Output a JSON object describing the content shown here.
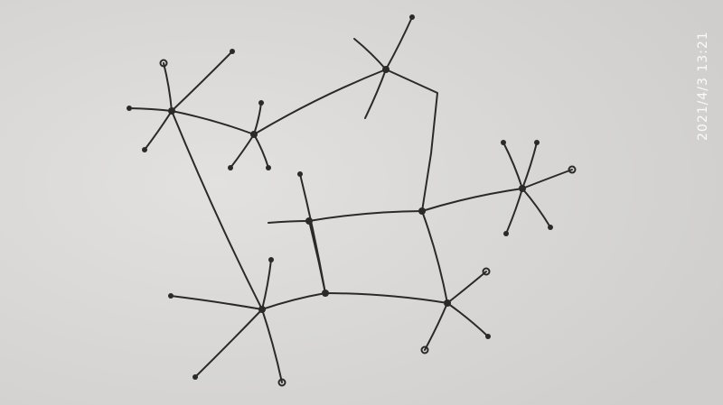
{
  "photo": {
    "timestamp": "2021/4/3 13:21",
    "paper_color": "#d9d8d6",
    "ink_color": "#2a2a2a"
  },
  "diagram": {
    "nodes": [
      {
        "id": "hub-a"
      },
      {
        "id": "hub-b"
      },
      {
        "id": "hub-c"
      },
      {
        "id": "hub-d"
      },
      {
        "id": "hub-e"
      },
      {
        "id": "hub-f"
      },
      {
        "id": "hub-g"
      },
      {
        "id": "hub-h"
      },
      {
        "id": "hub-i"
      }
    ],
    "edges": [
      [
        "hub-a",
        "hub-b"
      ],
      [
        "hub-b",
        "hub-c"
      ],
      [
        "hub-c",
        "hub-e"
      ],
      [
        "hub-a",
        "hub-g"
      ],
      [
        "hub-d",
        "hub-e"
      ],
      [
        "hub-e",
        "hub-f"
      ],
      [
        "hub-d",
        "hub-h"
      ],
      [
        "hub-g",
        "hub-h"
      ],
      [
        "hub-h",
        "hub-i"
      ],
      [
        "hub-e",
        "hub-i"
      ]
    ]
  }
}
